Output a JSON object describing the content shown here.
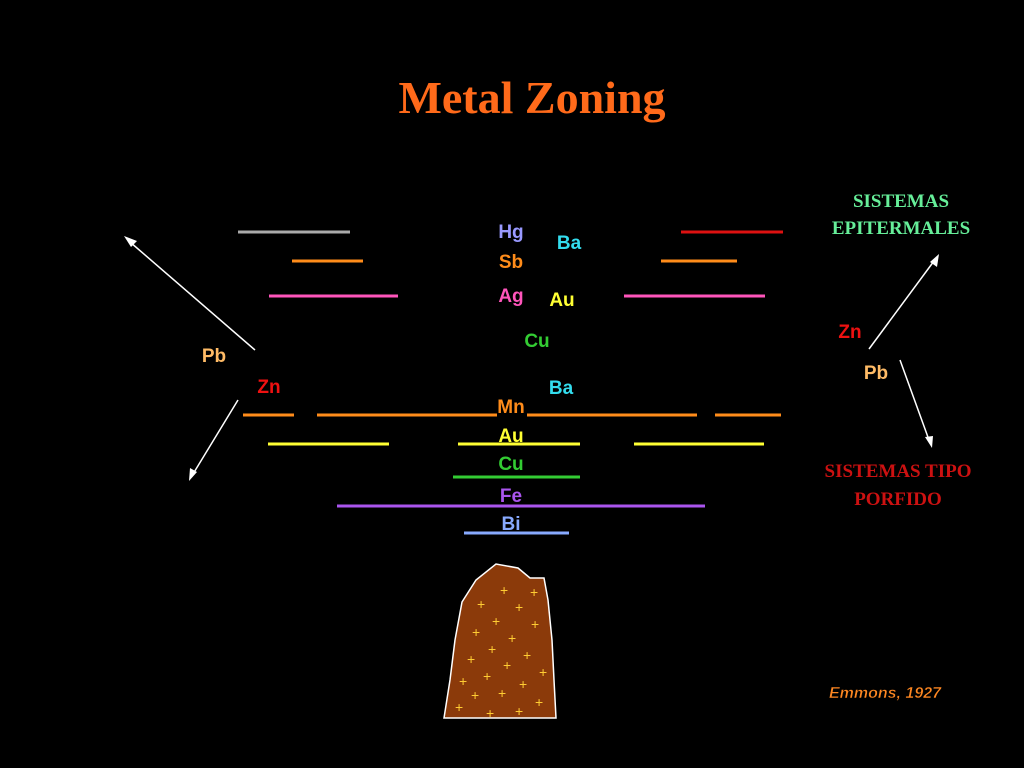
{
  "title": "Metal Zoning",
  "labels": {
    "epithermal_line1": "SISTEMAS",
    "epithermal_line2": "EPITERMALES",
    "porphyry_line1": "SISTEMAS TIPO",
    "porphyry_line2": "PORFIDO",
    "citation": "Emmons, 1927"
  },
  "elements": {
    "hg": "Hg",
    "ba_top": "Ba",
    "sb": "Sb",
    "ag": "Ag",
    "au_top": "Au",
    "cu_mid": "Cu",
    "ba_mid": "Ba",
    "mn": "Mn",
    "au_low": "Au",
    "cu_low": "Cu",
    "fe": "Fe",
    "bi": "Bi",
    "pb_left": "Pb",
    "zn_left": "Zn",
    "zn_right": "Zn",
    "pb_right": "Pb"
  },
  "colors": {
    "title": "#ff6a1a",
    "hg": "#9999ff",
    "sb": "#ff8c1a",
    "ag": "#ff55bb",
    "au": "#ffff33",
    "cu": "#33cc33",
    "ba": "#33ddee",
    "mn": "#ff8c1a",
    "fe": "#aa55ee",
    "bi": "#88aaff",
    "pb": "#ffbb66",
    "zn": "#ee1111",
    "epithermal": "#66ee99",
    "porphyry": "#cc1111",
    "citation": "#ff8822",
    "gray_bar": "#aaaaaa",
    "red_bar": "#dd1111",
    "intrusion": "#8b3a0a",
    "plus": "#ffcc33"
  }
}
